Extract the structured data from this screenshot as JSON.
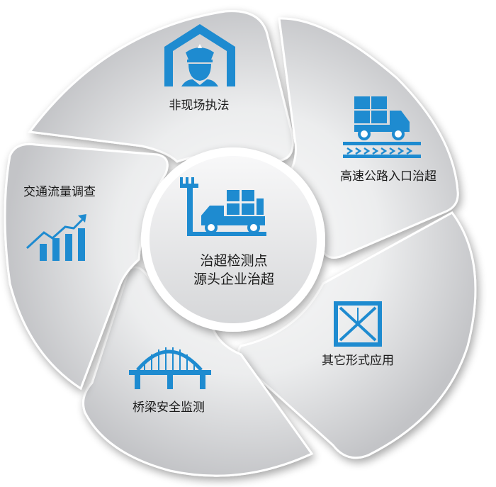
{
  "center": {
    "line1": "治超检测点",
    "line2": "源头企业治超",
    "icon": "weighing-truck-icon"
  },
  "segments": [
    {
      "id": "offsite",
      "label": "非现场执法",
      "icon": "police-officer-house-icon"
    },
    {
      "id": "highway",
      "label": "高速公路入口治超",
      "icon": "truck-on-road-icon"
    },
    {
      "id": "other",
      "label": "其它形式应用",
      "icon": "square-x-frame-icon"
    },
    {
      "id": "bridge",
      "label": "桥梁安全监测",
      "icon": "arch-bridge-icon"
    },
    {
      "id": "traffic",
      "label": "交通流量调查",
      "icon": "growth-bar-chart-icon"
    }
  ],
  "colors": {
    "icon_blue": "#1e8bd0",
    "segment_light": "#f6f6f7",
    "segment_dark": "#b7b8bb",
    "text": "#1a1a1a"
  }
}
